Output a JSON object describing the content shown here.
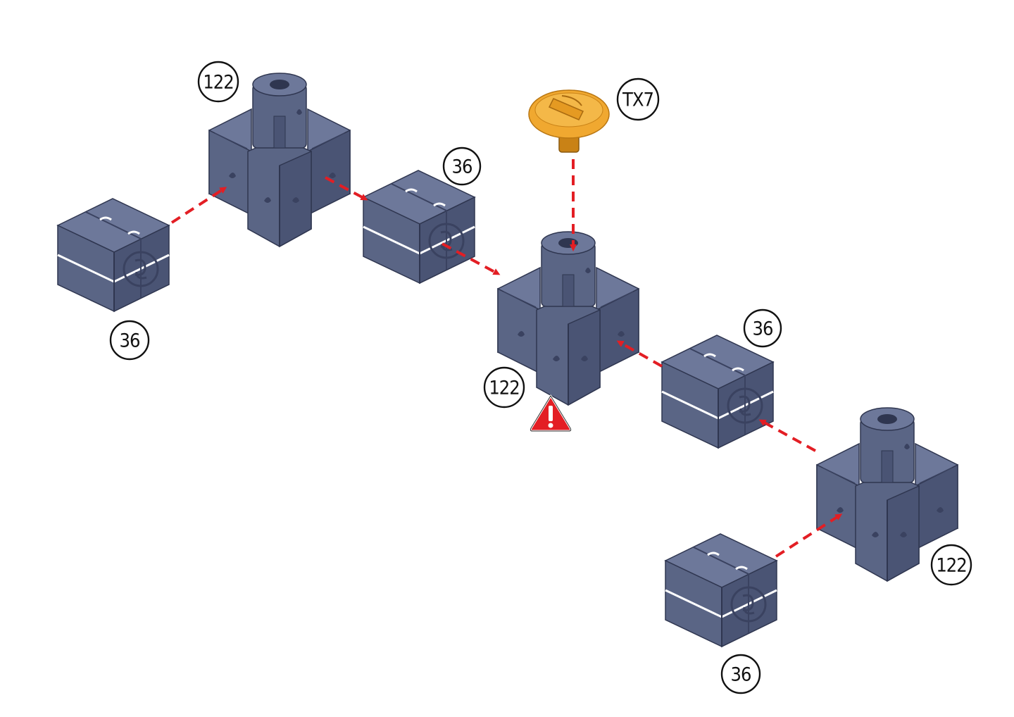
{
  "diagram": {
    "colors": {
      "part_body": "#5a6585",
      "part_light": "#6d789a",
      "part_dark": "#3f4866",
      "part_edge": "#2f3650",
      "screw": "#f0a830",
      "screw_dark": "#c98216",
      "arrow": "#e31e24",
      "warning": "#e31e24"
    },
    "callouts": [
      {
        "id": "c1",
        "label": "122"
      },
      {
        "id": "c2",
        "label": "36"
      },
      {
        "id": "c3",
        "label": "36"
      },
      {
        "id": "c4",
        "label": "TX7"
      },
      {
        "id": "c5",
        "label": "122"
      },
      {
        "id": "c6",
        "label": "36"
      },
      {
        "id": "c7",
        "label": "122"
      },
      {
        "id": "c8",
        "label": "36"
      }
    ],
    "parts": [
      {
        "id": "connector-1",
        "type": "cross-connector",
        "icon": "cross-connector-icon"
      },
      {
        "id": "connector-2",
        "type": "cross-connector",
        "icon": "cross-connector-icon"
      },
      {
        "id": "connector-3",
        "type": "cross-connector",
        "icon": "cross-connector-icon"
      },
      {
        "id": "cube-1",
        "type": "cube-block",
        "icon": "cube-block-icon"
      },
      {
        "id": "cube-2",
        "type": "cube-block",
        "icon": "cube-block-icon"
      },
      {
        "id": "cube-3",
        "type": "cube-block",
        "icon": "cube-block-icon"
      },
      {
        "id": "cube-4",
        "type": "cube-block",
        "icon": "cube-block-icon"
      },
      {
        "id": "screw-1",
        "type": "screw",
        "icon": "screw-icon"
      }
    ],
    "warning_icon": "warning-triangle-icon"
  }
}
